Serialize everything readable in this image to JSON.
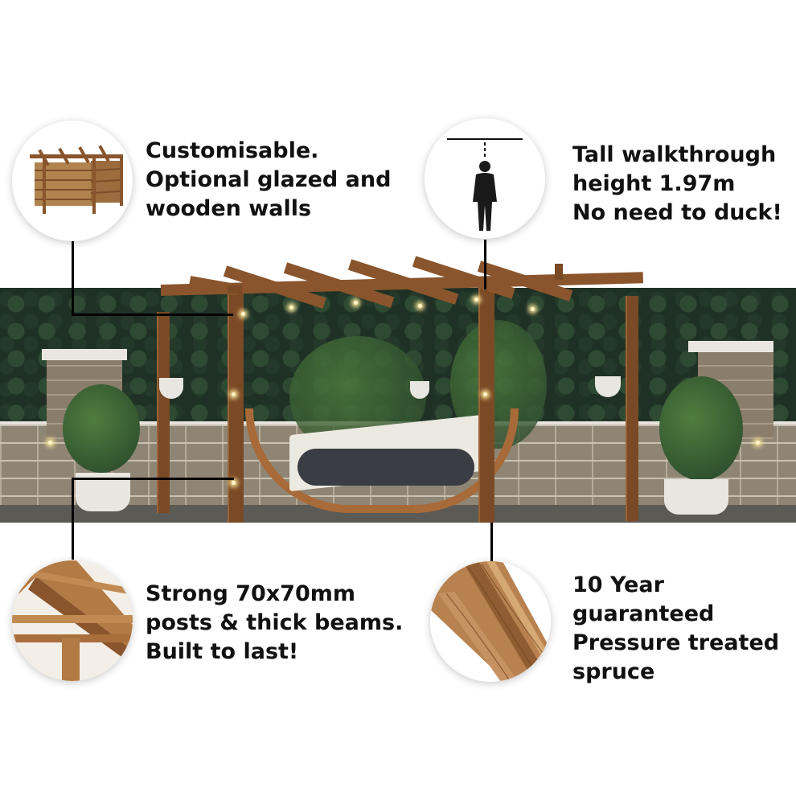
{
  "features": {
    "walls": {
      "lines": [
        "Customisable.",
        "Optional glazed and",
        "wooden walls"
      ],
      "icon": "pergola-walls-icon"
    },
    "height": {
      "lines": [
        "Tall walkthrough",
        "height 1.97m",
        "No need to duck!"
      ],
      "icon": "person-height-icon"
    },
    "posts": {
      "lines": [
        "Strong 70x70mm",
        "posts & thick beams.",
        "Built to last!"
      ],
      "icon": "beam-closeup-icon"
    },
    "guarantee": {
      "lines": [
        "10 Year",
        "guaranteed",
        "Pressure treated",
        "spruce"
      ],
      "icon": "wood-grain-icon"
    }
  },
  "colors": {
    "text": "#111111",
    "wood": "#8a552c",
    "connector": "#000000"
  }
}
